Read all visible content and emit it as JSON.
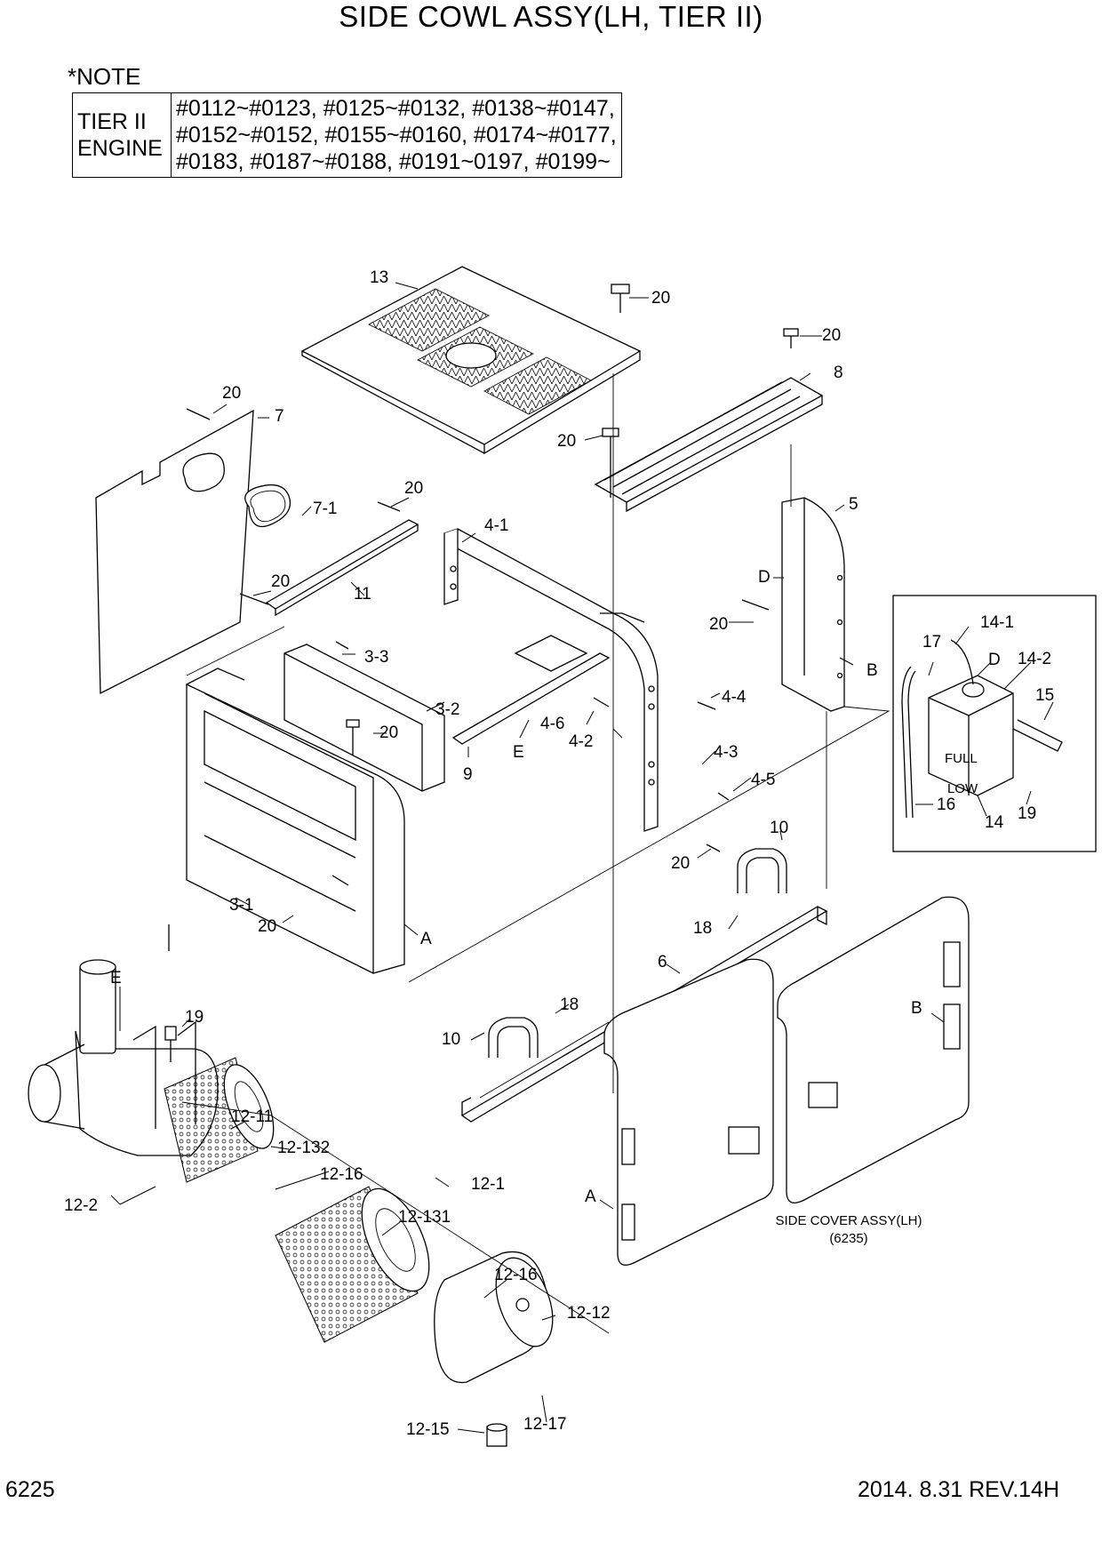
{
  "title": "SIDE COWL ASSY(LH, TIER II)",
  "note": {
    "label": "*NOTE",
    "engine_label_line1": "TIER II",
    "engine_label_line2": "ENGINE",
    "serials_line1": "#0112~#0123, #0125~#0132, #0138~#0147,",
    "serials_line2": "#0152~#0152, #0155~#0160, #0174~#0177,",
    "serials_line3": "#0183, #0187~#0188, #0191~0197, #0199~"
  },
  "parts": {
    "p13": "13",
    "p20a": "20",
    "p20b": "20",
    "p8": "8",
    "p20c": "20",
    "p7": "7",
    "p20d": "20",
    "p20e": "20",
    "p7_1": "7-1",
    "p4_1": "4-1",
    "p5": "5",
    "p20f": "20",
    "p11": "11",
    "pD": "D",
    "p20g": "20",
    "p3_3": "3-3",
    "pB": "B",
    "p3_2": "3-2",
    "p20h": "20",
    "p4_4": "4-4",
    "p4_6": "4-6",
    "p4_2": "4-2",
    "p9": "9",
    "pE": "E",
    "p4_3": "4-3",
    "p4_5": "4-5",
    "p20i": "20",
    "p10a": "10",
    "p3_1": "3-1",
    "p20j": "20",
    "pA": "A",
    "p18a": "18",
    "p6": "6",
    "pE2": "E",
    "p19": "19",
    "p18b": "18",
    "p10b": "10",
    "pB2": "B",
    "p12_11": "12-11",
    "p12_132": "12-132",
    "p12_16a": "12-16",
    "p12_1": "12-1",
    "p12_2": "12-2",
    "p12_131": "12-131",
    "pA2": "A",
    "p12_16b": "12-16",
    "p12_12": "12-12",
    "p12_15": "12-15",
    "p12_17": "12-17"
  },
  "inset": {
    "p14_1": "14-1",
    "p17": "17",
    "pD": "D",
    "p14_2": "14-2",
    "p15": "15",
    "p16": "16",
    "p14": "14",
    "p19": "19",
    "tank_text_full": "FULL",
    "tank_text_low": "LOW"
  },
  "side_cover_caption_line1": "SIDE COVER ASSY(LH)",
  "side_cover_caption_line2": "(6235)",
  "footer": {
    "page_number": "6225",
    "date_revision": "2014. 8.31  REV.14H"
  }
}
